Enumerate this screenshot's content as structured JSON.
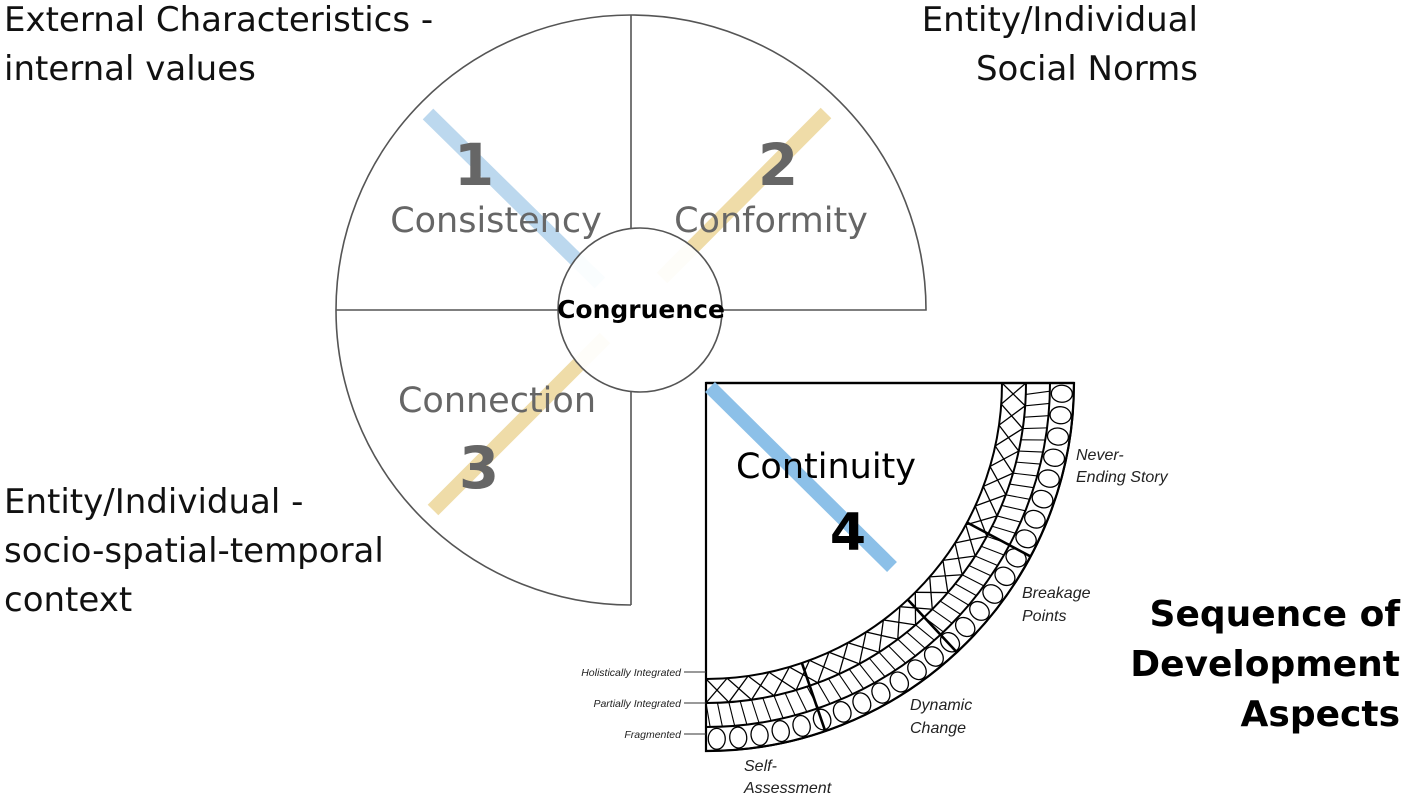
{
  "corner_labels": {
    "top_left": "External Characteristics -\ninternal values",
    "top_right": "Entity/Individual\nSocial Norms",
    "bottom_left": "Entity/Individual -\nsocio-spatial-temporal\ncontext"
  },
  "center_label": "Congruence",
  "quadrants": [
    {
      "number": "1",
      "name": "Consistency"
    },
    {
      "number": "2",
      "name": "Conformity"
    },
    {
      "number": "3",
      "name": "Connection"
    },
    {
      "number": "4",
      "name": "Continuity"
    }
  ],
  "ring_labels": [
    "Holistically Integrated",
    "Partially Integrated",
    "Fragmented"
  ],
  "stages": [
    "Never-\nEnding Story",
    "Breakage\nPoints",
    "Dynamic\nChange",
    "Self-\nAssessment"
  ],
  "sequence_title": "Sequence of\nDevelopment\nAspects",
  "colors": {
    "blue_light": "#bcd8ee",
    "blue": "#8cc0e8",
    "yellow": "#efdca8",
    "text_gray": "#666666",
    "outline": "#555555"
  }
}
